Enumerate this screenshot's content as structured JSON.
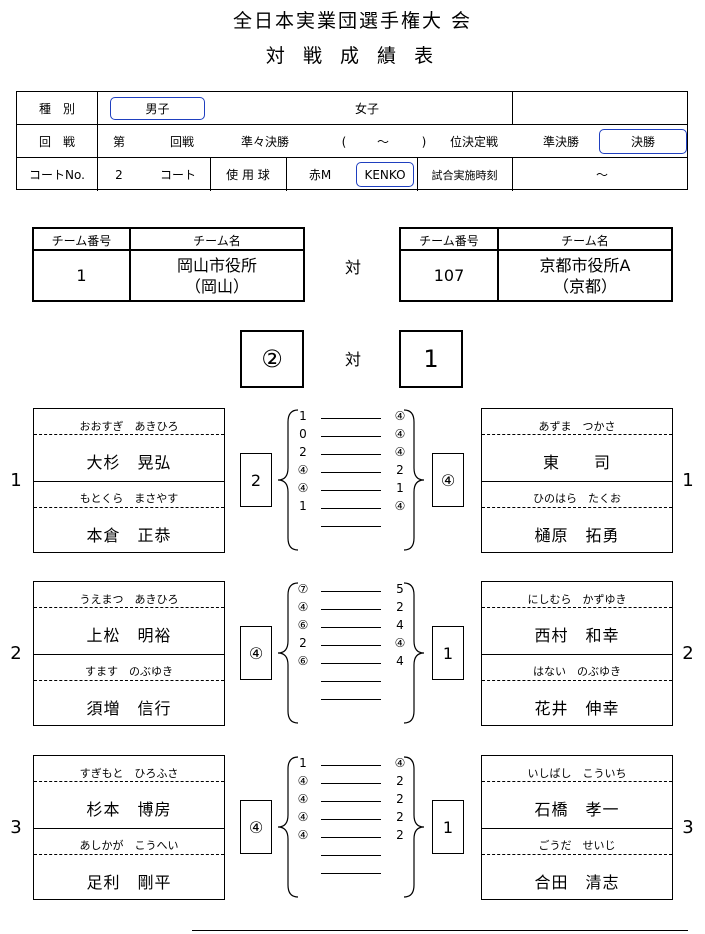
{
  "title1": "全日本実業団選手権大 会",
  "title2": "対 戦 成 績 表",
  "header": {
    "r1": {
      "label": "種　別",
      "men": "男子",
      "women": "女子"
    },
    "r2": {
      "label": "回　戦",
      "dai": "第",
      "kaisen": "回戦",
      "junjun": "準々決勝",
      "paren_open": "(",
      "tilde": "～",
      "paren_close": ")",
      "iketei": "位決定戦",
      "junkessho": "準決勝",
      "kessho": "決勝"
    },
    "r3": {
      "label": "コートNo.",
      "court_no": "2",
      "court": "コート",
      "ball_label": "使 用 球",
      "ball_red": "赤M",
      "ball_brand": "KENKO",
      "time_label": "試合実施時刻",
      "time_tilde": "～"
    }
  },
  "teams": {
    "head_no": "チーム番号",
    "head_name": "チーム名",
    "vs": "対",
    "left": {
      "no": "1",
      "name": "岡山市役所",
      "pref": "（岡山）"
    },
    "right": {
      "no": "107",
      "name": "京都市役所A",
      "pref": "（京都）"
    }
  },
  "score": {
    "left": "②",
    "vs": "対",
    "right": "1"
  },
  "matches": [
    {
      "num": "1",
      "left": {
        "p1_kana": "おおすぎ　あきひろ",
        "p1": "大杉　晃弘",
        "p2_kana": "もとくら　まさやす",
        "p2": "本倉　正恭"
      },
      "right": {
        "p1_kana": "あずま　つかさ",
        "p1": "東　　司",
        "p2_kana": "ひのはら　たくお",
        "p2": "樋原　拓勇"
      },
      "left_score": "2",
      "right_score": "④",
      "games": [
        [
          "1",
          "④"
        ],
        [
          "0",
          "④"
        ],
        [
          "2",
          "④"
        ],
        [
          "④",
          "2"
        ],
        [
          "④",
          "1"
        ],
        [
          "1",
          "④"
        ],
        [
          "",
          ""
        ]
      ]
    },
    {
      "num": "2",
      "left": {
        "p1_kana": "うえまつ　あきひろ",
        "p1": "上松　明裕",
        "p2_kana": "すます　のぶゆき",
        "p2": "須増　信行"
      },
      "right": {
        "p1_kana": "にしむら　かずゆき",
        "p1": "西村　和幸",
        "p2_kana": "はない　のぶゆき",
        "p2": "花井　伸幸"
      },
      "left_score": "④",
      "right_score": "1",
      "games": [
        [
          "⑦",
          "5"
        ],
        [
          "④",
          "2"
        ],
        [
          "⑥",
          "4"
        ],
        [
          "2",
          "④"
        ],
        [
          "⑥",
          "4"
        ],
        [
          "",
          ""
        ],
        [
          "",
          ""
        ]
      ]
    },
    {
      "num": "3",
      "left": {
        "p1_kana": "すぎもと　ひろふさ",
        "p1": "杉本　博房",
        "p2_kana": "あしかが　こうへい",
        "p2": "足利　剛平"
      },
      "right": {
        "p1_kana": "いしばし　こういち",
        "p1": "石橋　孝一",
        "p2_kana": "ごうだ　せいじ",
        "p2": "合田　清志"
      },
      "left_score": "④",
      "right_score": "1",
      "games": [
        [
          "1",
          "④"
        ],
        [
          "④",
          "2"
        ],
        [
          "④",
          "2"
        ],
        [
          "④",
          "2"
        ],
        [
          "④",
          "2"
        ],
        [
          "",
          ""
        ],
        [
          "",
          ""
        ]
      ]
    }
  ]
}
